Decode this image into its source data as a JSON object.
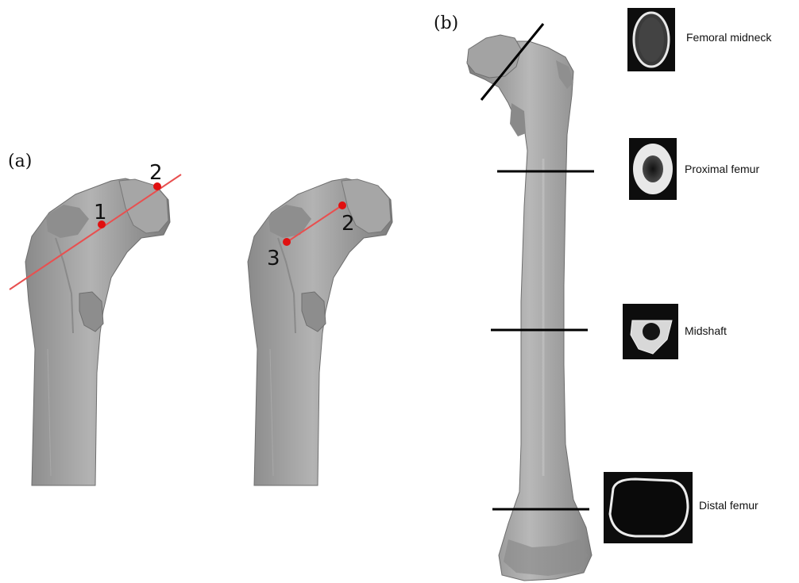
{
  "panel_a": {
    "label": "(a)",
    "left_bone": {
      "points": [
        {
          "label": "1"
        },
        {
          "label": "2"
        }
      ]
    },
    "right_bone": {
      "points": [
        {
          "label": "3"
        },
        {
          "label": "2"
        }
      ]
    }
  },
  "panel_b": {
    "label": "(b)",
    "sections": [
      {
        "label": "Femoral midneck"
      },
      {
        "label": "Proximal femur"
      },
      {
        "label": "Midshaft"
      },
      {
        "label": "Distal femur"
      }
    ]
  },
  "colors": {
    "bone_fill": "#9b9b9b",
    "bone_shadow": "#7a7a7a",
    "marker": "#e01010",
    "axis_line": "#e85050",
    "section_line": "#000000",
    "ct_background": "#0d0d0d",
    "ct_cortex": "#e8e8e8",
    "ct_marrow": "#2a2a2a"
  }
}
